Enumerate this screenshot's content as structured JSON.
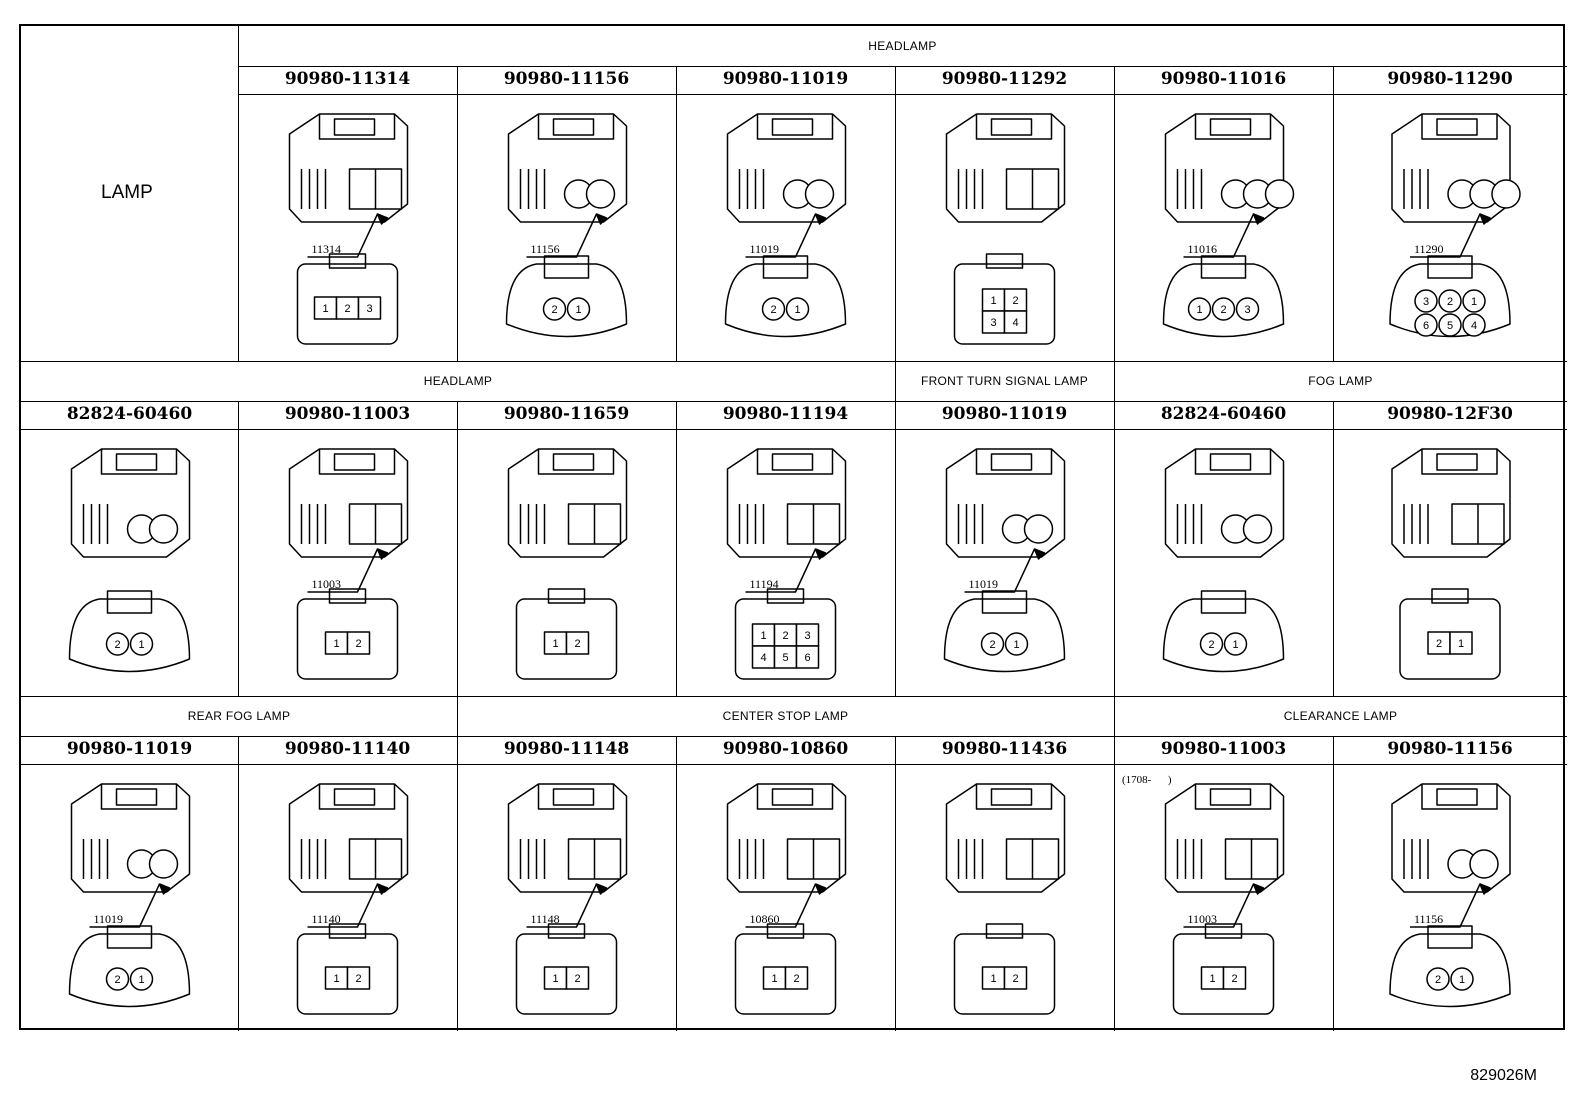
{
  "corner_label": "LAMP",
  "diagram_code": "829026M",
  "rows": [
    {
      "groups": [
        {
          "label": "HEADLAMP",
          "span": [
            1,
            6
          ]
        }
      ],
      "parts": [
        {
          "col": 1,
          "part_number": "90980-11314",
          "callout": "11314",
          "pins": [
            "1",
            "2",
            "3"
          ],
          "icon": "connector-3pin-square"
        },
        {
          "col": 2,
          "part_number": "90980-11156",
          "callout": "11156",
          "pins": [
            "2",
            "1"
          ],
          "icon": "connector-2pin-round"
        },
        {
          "col": 3,
          "part_number": "90980-11019",
          "callout": "11019",
          "pins": [
            "2",
            "1"
          ],
          "icon": "connector-2pin-round"
        },
        {
          "col": 4,
          "part_number": "90980-11292",
          "callout": "",
          "pins": [
            "1",
            "2",
            "3",
            "4"
          ],
          "icon": "connector-4pin-square"
        },
        {
          "col": 5,
          "part_number": "90980-11016",
          "callout": "11016",
          "pins": [
            "1",
            "2",
            "3"
          ],
          "icon": "connector-3pin-round"
        },
        {
          "col": 6,
          "part_number": "90980-11290",
          "callout": "11290",
          "pins": [
            "3",
            "2",
            "1",
            "6",
            "5",
            "4"
          ],
          "icon": "connector-6pin-round"
        }
      ]
    },
    {
      "groups": [
        {
          "label": "HEADLAMP",
          "span": [
            0,
            3
          ]
        },
        {
          "label": "FRONT TURN SIGNAL LAMP",
          "span": [
            4,
            4
          ]
        },
        {
          "label": "FOG LAMP",
          "span": [
            5,
            6
          ]
        }
      ],
      "parts": [
        {
          "col": 0,
          "part_number": "82824-60460",
          "callout": "",
          "pins": [
            "2",
            "1"
          ],
          "icon": "connector-2pin-round"
        },
        {
          "col": 1,
          "part_number": "90980-11003",
          "callout": "11003",
          "pins": [
            "1",
            "2"
          ],
          "icon": "connector-2pin-square"
        },
        {
          "col": 2,
          "part_number": "90980-11659",
          "callout": "",
          "pins": [
            "1",
            "2"
          ],
          "icon": "connector-2pin-square"
        },
        {
          "col": 3,
          "part_number": "90980-11194",
          "callout": "11194",
          "pins": [
            "1",
            "2",
            "3",
            "4",
            "5",
            "6"
          ],
          "icon": "connector-6pin-square"
        },
        {
          "col": 4,
          "part_number": "90980-11019",
          "callout": "11019",
          "pins": [
            "2",
            "1"
          ],
          "icon": "connector-2pin-round"
        },
        {
          "col": 5,
          "part_number": "82824-60460",
          "callout": "",
          "pins": [
            "2",
            "1"
          ],
          "icon": "connector-2pin-round"
        },
        {
          "col": 6,
          "part_number": "90980-12F30",
          "callout": "",
          "pins": [
            "2",
            "1"
          ],
          "icon": "connector-2pin-square"
        }
      ]
    },
    {
      "groups": [
        {
          "label": "REAR FOG LAMP",
          "span": [
            0,
            1
          ]
        },
        {
          "label": "CENTER STOP LAMP",
          "span": [
            2,
            4
          ]
        },
        {
          "label": "CLEARANCE LAMP",
          "span": [
            5,
            6
          ]
        }
      ],
      "parts": [
        {
          "col": 0,
          "part_number": "90980-11019",
          "callout": "11019",
          "pins": [
            "2",
            "1"
          ],
          "icon": "connector-2pin-round"
        },
        {
          "col": 1,
          "part_number": "90980-11140",
          "callout": "11140",
          "pins": [
            "1",
            "2"
          ],
          "icon": "connector-2pin-square"
        },
        {
          "col": 2,
          "part_number": "90980-11148",
          "callout": "11148",
          "pins": [
            "1",
            "2"
          ],
          "icon": "connector-2pin-square"
        },
        {
          "col": 3,
          "part_number": "90980-10860",
          "callout": "10860",
          "pins": [
            "1",
            "2"
          ],
          "icon": "connector-2pin-square"
        },
        {
          "col": 4,
          "part_number": "90980-11436",
          "callout": "",
          "pins": [
            "1",
            "2"
          ],
          "icon": "connector-2pin-square"
        },
        {
          "col": 5,
          "part_number": "90980-11003",
          "callout": "11003",
          "note": "(1708-      )",
          "pins": [
            "1",
            "2"
          ],
          "icon": "connector-2pin-square"
        },
        {
          "col": 6,
          "part_number": "90980-11156",
          "callout": "11156",
          "pins": [
            "2",
            "1"
          ],
          "icon": "connector-2pin-round"
        }
      ]
    }
  ]
}
